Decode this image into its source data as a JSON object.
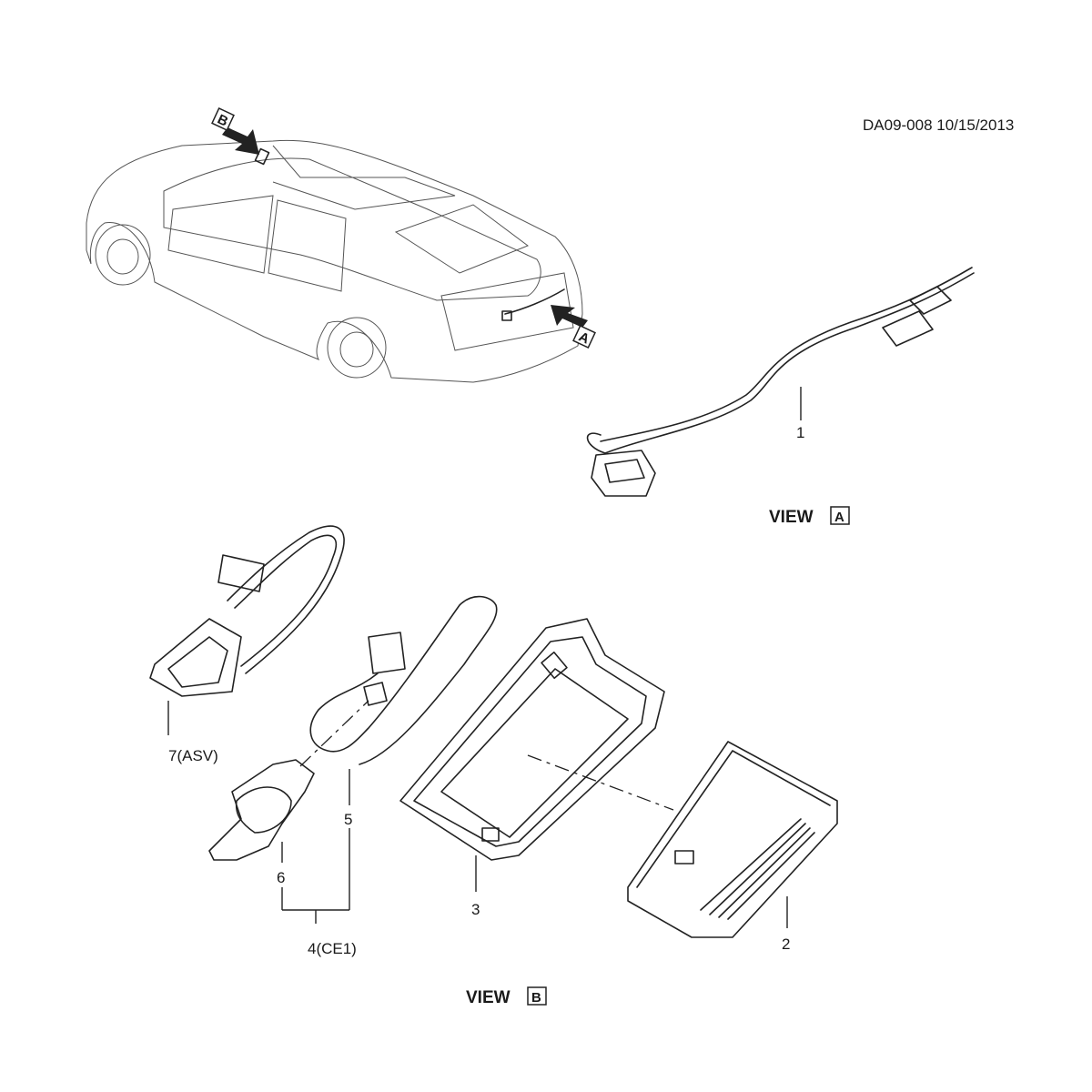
{
  "diagram": {
    "code": "DA09-008 10/15/2013",
    "callouts": {
      "arrow_a": "A",
      "arrow_b": "B",
      "p1": "1",
      "p2": "2",
      "p3": "3",
      "p4": "4(CE1)",
      "p5": "5",
      "p6": "6",
      "p7": "7(ASV)"
    },
    "views": {
      "a_word": "VIEW",
      "a_letter": "A",
      "b_word": "VIEW",
      "b_letter": "B"
    }
  }
}
